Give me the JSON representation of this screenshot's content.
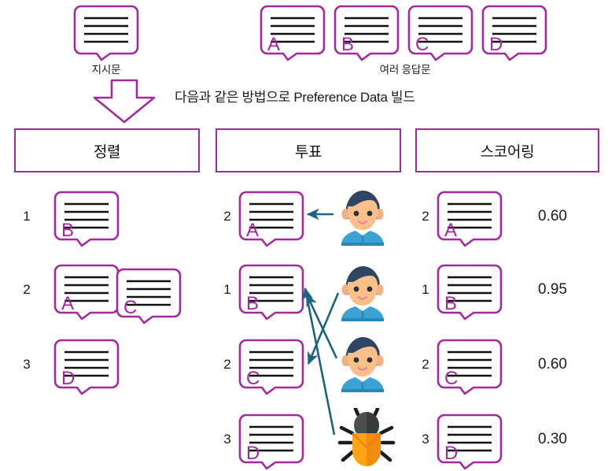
{
  "diagram": {
    "title_flow_text": "다음과 같은 방법으로 Preference Data 빌드",
    "accent_color": "#a32a9e",
    "arrow_color": "#1a6384",
    "line_color": "#1b1b1b"
  },
  "top": {
    "instruction": {
      "caption": "지시문",
      "letter": ""
    },
    "responses_caption": "여러 응답문",
    "responses": [
      {
        "letter": "A"
      },
      {
        "letter": "B"
      },
      {
        "letter": "C"
      },
      {
        "letter": "D"
      }
    ]
  },
  "columns": [
    {
      "header": "정렬",
      "rows": [
        {
          "rank": "1",
          "bubbles": [
            {
              "letter": "B"
            }
          ]
        },
        {
          "rank": "2",
          "bubbles": [
            {
              "letter": "A"
            },
            {
              "letter": "C"
            }
          ]
        },
        {
          "rank": "3",
          "bubbles": [
            {
              "letter": "D"
            }
          ]
        }
      ]
    },
    {
      "header": "투표",
      "rows": [
        {
          "rank": "2",
          "bubbles": [
            {
              "letter": "A"
            }
          ],
          "voter": "person"
        },
        {
          "rank": "1",
          "bubbles": [
            {
              "letter": "B"
            }
          ],
          "voter": "person"
        },
        {
          "rank": "2",
          "bubbles": [
            {
              "letter": "C"
            }
          ],
          "voter": "person"
        },
        {
          "rank": "3",
          "bubbles": [
            {
              "letter": "D"
            }
          ],
          "voter": "bug"
        }
      ]
    },
    {
      "header": "스코어링",
      "rows": [
        {
          "rank": "2",
          "bubbles": [
            {
              "letter": "A"
            }
          ],
          "score": "0.60"
        },
        {
          "rank": "1",
          "bubbles": [
            {
              "letter": "B"
            }
          ],
          "score": "0.95"
        },
        {
          "rank": "2",
          "bubbles": [
            {
              "letter": "C"
            }
          ],
          "score": "0.60"
        },
        {
          "rank": "3",
          "bubbles": [
            {
              "letter": "D"
            }
          ],
          "score": "0.30"
        }
      ]
    }
  ],
  "icons": {
    "down_arrow": "down-block-arrow",
    "person": "person-avatar-icon",
    "bug": "bug-icon",
    "bubble": "speech-bubble-icon"
  }
}
